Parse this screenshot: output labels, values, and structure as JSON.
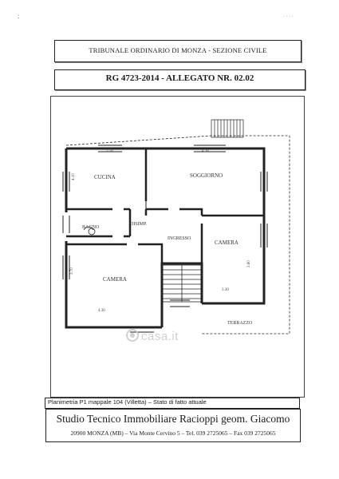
{
  "document": {
    "court_header": "TRIBUNALE  ORDINARIO DI  MONZA - SEZIONE CIVILE",
    "case_title": "RG 4723-2014  -  ALLEGATO NR. 02.02",
    "caption": "Planimetria P1 mappale 104 (Villetta) – Stato di fatto attuale",
    "studio_name": "Studio Tecnico Immobiliare Racioppi geom. Giacomo",
    "studio_address": "20900 MONZA (MB) – Via Monte Cervino 5  –  Tel. 039 2725065 – Fax 039 2725065",
    "watermark": "casa.it"
  },
  "plan": {
    "rooms": {
      "cucina": "CUCINA",
      "soggiorno": "SOGGIORNO",
      "disimpegno": "DISIMP.",
      "bagno": "BAGNO",
      "ingresso": "INGRESSO",
      "camera_1": "CAMERA",
      "camera_2": "CAMERA",
      "terrazzo": "TERRAZZO"
    },
    "dimensions": [
      "3.58",
      "4.38",
      "4.10",
      "3.30",
      "4.30",
      "3.60",
      "3.70"
    ]
  }
}
